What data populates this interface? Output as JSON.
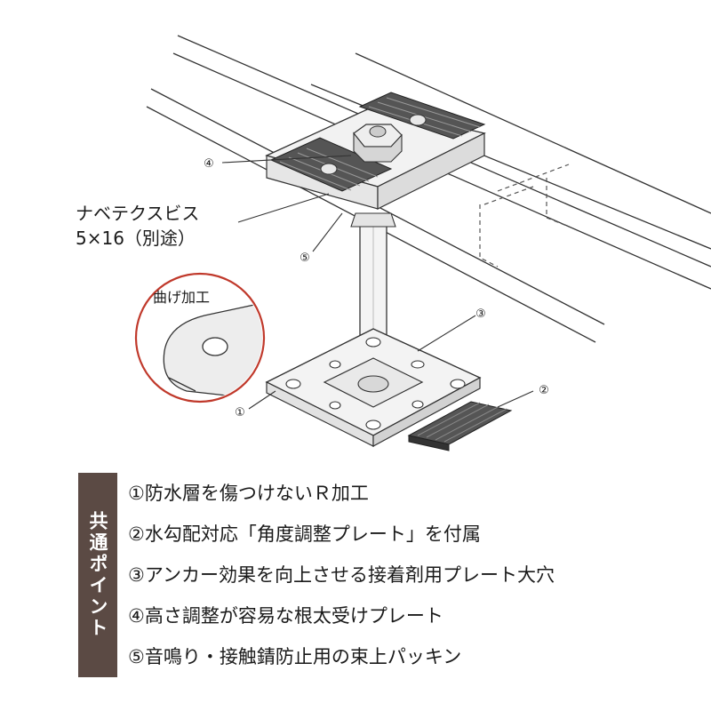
{
  "diagram": {
    "screw_label_line1": "ナベテクスビス",
    "screw_label_line2": "5×16（別途）",
    "inset_label": "曲げ加工",
    "callouts": [
      "①",
      "②",
      "③",
      "④",
      "⑤"
    ]
  },
  "points": {
    "heading": "共通ポイント",
    "items": [
      "①防水層を傷つけないＲ加工",
      "②水勾配対応「角度調整プレート」を付属",
      "③アンカー効果を向上させる接着剤用プレート大穴",
      "④高さ調整が容易な根太受けプレート",
      "⑤音鳴り・接触錆防止用の束上パッキン"
    ]
  },
  "colors": {
    "heading_bg": "#5b4a44",
    "inset_ring": "#c0392b",
    "line": "#333333",
    "metal": "#f2f2f2",
    "rubber": "#444444"
  }
}
